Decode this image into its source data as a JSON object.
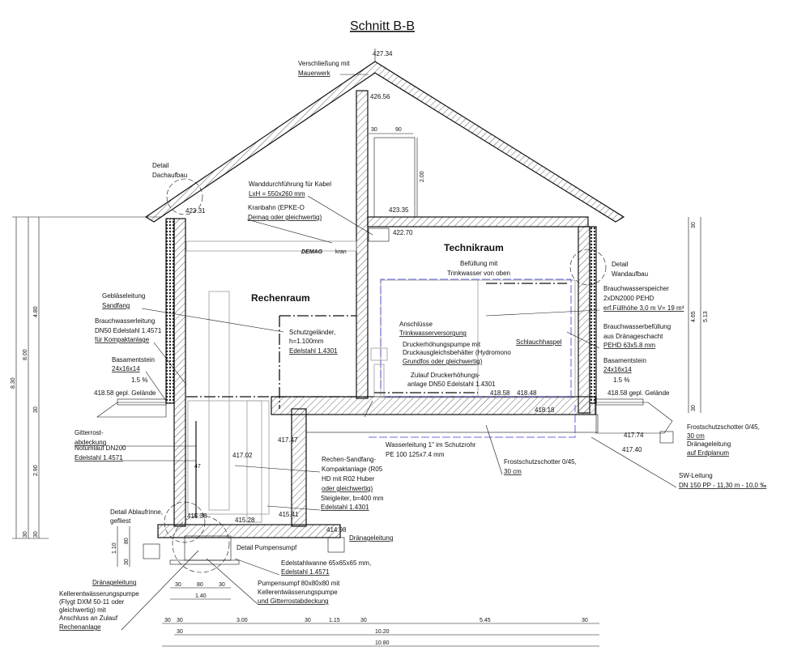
{
  "title": "Schnitt B-B",
  "rooms": {
    "rechenraum": "Rechenraum",
    "technikraum": "Technikraum"
  },
  "crane": {
    "brand": "DEMAG",
    "sub": "kran"
  },
  "levels": {
    "peak": "427.34",
    "attic": "426.56",
    "eave_left": "423.31",
    "ceiling": "423.35",
    "duct": "422.70",
    "ground_left": "418.58 gepl. Gelände",
    "ground_right": "418.58 gepl. Gelände",
    "floor_t1": "418.58",
    "floor_t2": "418.48",
    "slab_t": "418.18",
    "l41747": "417.47",
    "l41702": "417.02",
    "l41774": "417.74",
    "l41740": "417.40",
    "l41538": "415.38",
    "l41528": "415.28",
    "l41541": "415.41",
    "l41498": "414.98"
  },
  "labels": {
    "verschliessung": [
      "Verschließung mit",
      "Mauerwerk"
    ],
    "dachaufbau": [
      "Detail",
      "Dachaufbau"
    ],
    "wanddurchfuehrung": [
      "Wanddurchführung für Kabel",
      "LxH = 550x260 mm"
    ],
    "kranbahn": [
      "Kranbahn (EPKE-O",
      "Demag oder gleichwertig)"
    ],
    "befuellung": [
      "Befüllung mit",
      "Trinkwasser von oben"
    ],
    "wandaufbau": [
      "Detail",
      "Wandaufbau"
    ],
    "speicher": [
      "Brauchwasserspeicher",
      "2xDN2000 PEHD",
      "erf.Füllhöhe 3,0 m V= 19 m³"
    ],
    "brauchwasserbefuellung": [
      "Brauchwasserbefüllung",
      "aus Dränageschacht",
      "PEHD 63x5.8 mm"
    ],
    "basament_right": [
      "Basamentstein",
      "24x16x14"
    ],
    "slope_right": "1.5 %",
    "geblaese": [
      "Gebläseleitung",
      "Sandfang"
    ],
    "brauchwasserleitung": [
      "Brauchwasserleitung",
      "DN50 Edelstahl 1.4571",
      "für Kompaktanlage"
    ],
    "basament_left": [
      "Basamentstein",
      "24x16x14"
    ],
    "slope_left": "1.5 %",
    "schutzgelaender": [
      "Schutzgeländer,",
      "h=1.100mm",
      "Edelstahl 1.4301"
    ],
    "anschluesse": [
      "Anschlüsse",
      "Trinkwasserversorgung"
    ],
    "druckerhoehung": [
      "Druckerhöhungspumpe mit",
      "Druckausgleichsbehälter (Hydromono",
      "Grundfos oder gleichwertig)"
    ],
    "schlauchhaspel": "Schlauchhaspel",
    "zulauf": [
      "Zulauf Druckerhöhungs-",
      "anlage  DN50 Edelstahl 1.4301"
    ],
    "gitterrost": [
      "Gitterrost-",
      "abdeckung"
    ],
    "notumlauf": [
      "Notumlauf DN200",
      "Edelstahl 1.4571"
    ],
    "kompaktanlage": [
      "Rechen-Sandfang-",
      "Kompaktanlage (R05",
      "HD mit R02 Huber",
      "oder gleichwertig)"
    ],
    "steigleiter": [
      "Steigleiter, b=400 mm",
      "Edelstahl 1.4301"
    ],
    "wasserleitung": [
      "Wasserleitung 1\" im Schutzrohr",
      "PE 100 125x7.4 mm"
    ],
    "frost_mid": [
      "Frostschutzschotter 0/45,",
      "30 cm"
    ],
    "frost_right": [
      "Frostschutzschotter 0/45,",
      "30 cm"
    ],
    "draenage_erdplanum": [
      "Dränageleitung",
      "auf Erdplanum"
    ],
    "sw_leitung": [
      "SW-Leitung",
      "DN 150 PP - 11,30 m - 10,0 ‰"
    ],
    "ablaufrinne": [
      "Detail Ablaufrinne,",
      "gefliest"
    ],
    "draenage_right": "Dränageleitung",
    "pumpensumpf_detail": "Detail Pumpensumpf",
    "edelstahlwanne": [
      "Edelstahlwanne 65x65x65 mm,",
      "Edelstahl 1.4571"
    ],
    "pumpensumpf": [
      "Pumpensumpf 80x80x80 mit",
      "Kellerentwässerungspumpe",
      "und Gitterrostabdeckung"
    ],
    "draenage_left": "Dränageleitung",
    "kellerpumpe": [
      "Kellerentwässerungspumpe",
      "(Flygt DXM 50-11 oder",
      "gleichwertig) mit",
      "Anschluss an Zulauf",
      "Rechenanlage"
    ]
  },
  "dims": {
    "attic_30": "30",
    "attic_90": "90",
    "attic_200": "2.00",
    "dim47": "47",
    "left": {
      "d830": "8.30",
      "d800": "8.00",
      "d480": "4.80",
      "d30a": "30",
      "d290": "2.90",
      "d30b": "30",
      "d30c": "30"
    },
    "sump": {
      "d110": "1.10",
      "d80": "80",
      "d30": "30",
      "w30a": "30",
      "w80": "80",
      "w30b": "30",
      "w140": "1.40"
    },
    "right": {
      "d30a": "30",
      "d465": "4.65",
      "d513": "5.13",
      "d30b": "30"
    },
    "bottom": {
      "a": "30",
      "b": "30",
      "c": "3.00",
      "d": "30",
      "e": "1.15",
      "f": "30",
      "g": "5.45",
      "h": "30",
      "i": "30",
      "j": "10.20",
      "k": "10.80"
    }
  }
}
